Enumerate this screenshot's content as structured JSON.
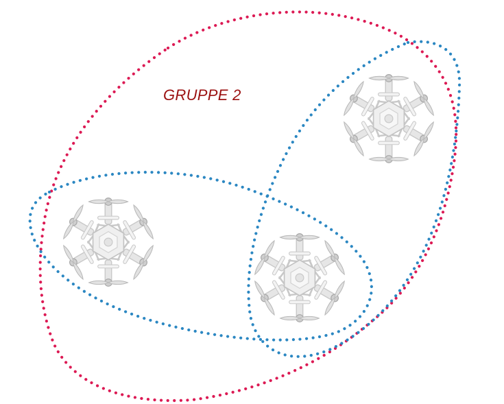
{
  "group_label": "GRUPPE 2",
  "colors": {
    "group_label": "#9b1111",
    "hull_red": "#dc1a54",
    "hull_blue": "#2b87c2",
    "drone_frame": "#c9c9c9",
    "drone_fill": "#ededed",
    "drone_dark": "#a8a8a8"
  },
  "hulls": [
    {
      "name": "group-2-hull",
      "color": "hull_red"
    },
    {
      "name": "pair-hull-upper-right",
      "color": "hull_blue"
    },
    {
      "name": "pair-hull-left",
      "color": "hull_blue"
    }
  ],
  "drones": [
    {
      "name": "drone-left",
      "icon": "hexacopter-icon"
    },
    {
      "name": "drone-center",
      "icon": "hexacopter-icon"
    },
    {
      "name": "drone-upper-right",
      "icon": "hexacopter-icon"
    }
  ]
}
